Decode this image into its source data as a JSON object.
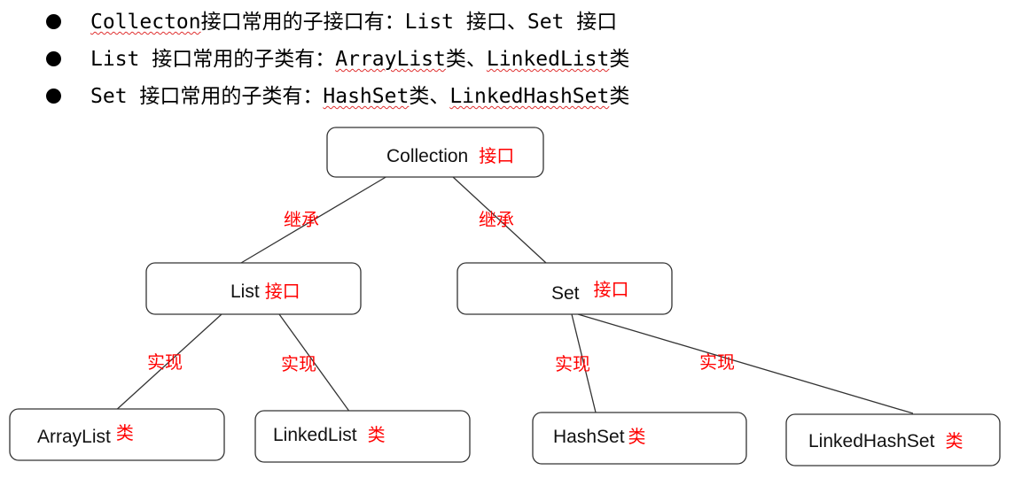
{
  "bullets": [
    {
      "parts": [
        {
          "text": "Collecton",
          "squiggle": true
        },
        {
          "text": "接口常用的子接口有：List 接口、Set 接口",
          "squiggle": false
        }
      ]
    },
    {
      "parts": [
        {
          "text": "List 接口常用的子类有：",
          "squiggle": false
        },
        {
          "text": "ArrayList",
          "squiggle": true
        },
        {
          "text": "类、",
          "squiggle": false
        },
        {
          "text": "LinkedList",
          "squiggle": true
        },
        {
          "text": "类",
          "squiggle": false
        }
      ]
    },
    {
      "parts": [
        {
          "text": "Set 接口常用的子类有：",
          "squiggle": false
        },
        {
          "text": "HashSet",
          "squiggle": true
        },
        {
          "text": "类、",
          "squiggle": false
        },
        {
          "text": "LinkedHashSet",
          "squiggle": true
        },
        {
          "text": "类",
          "squiggle": false
        }
      ]
    }
  ],
  "nodes": {
    "collection": {
      "label": "Collection",
      "suffix": "接口"
    },
    "list": {
      "label": "List",
      "suffix": "接口"
    },
    "set": {
      "label": "Set",
      "suffix": "接口"
    },
    "arraylist": {
      "label": "ArrayList",
      "suffix": "类"
    },
    "linkedlist": {
      "label": "LinkedList",
      "suffix": "类"
    },
    "hashset": {
      "label": "HashSet",
      "suffix": "类"
    },
    "linkedhashset": {
      "label": "LinkedHashSet",
      "suffix": "类"
    }
  },
  "edges": {
    "collection_list": "继承",
    "collection_set": "继承",
    "list_arraylist": "实现",
    "list_linkedlist": "实现",
    "set_hashset": "实现",
    "set_linkedhashset": "实现"
  },
  "colors": {
    "highlight": "#ff0000",
    "squiggle": "#e03030",
    "text": "#111111",
    "line": "#333333"
  }
}
